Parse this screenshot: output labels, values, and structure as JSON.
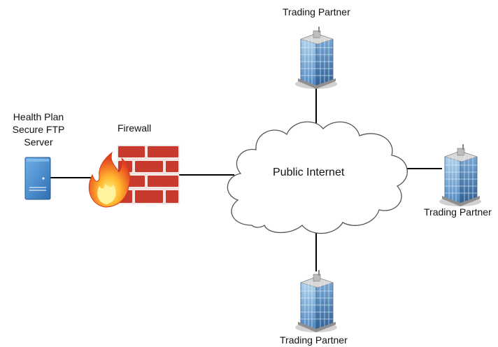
{
  "server": {
    "label_lines": [
      "Health Plan",
      "Secure FTP",
      "Server"
    ]
  },
  "firewall": {
    "label": "Firewall"
  },
  "internet": {
    "label": "Public Internet"
  },
  "partners": {
    "top": {
      "label": "Trading Partner"
    },
    "right": {
      "label": "Trading Partner"
    },
    "bottom": {
      "label": "Trading Partner"
    }
  },
  "icons": {
    "server": "server-icon",
    "firewall": "firewall-icon",
    "cloud": "cloud-icon",
    "building": "building-icon"
  },
  "colors": {
    "line": "#000000",
    "server_body": "#4a8fd0",
    "brick": "#c83a2e",
    "mortar": "#f2e6e3",
    "flame_outer": "#e8532a",
    "flame_inner": "#ffd23f",
    "cloud_fill": "#ffffff",
    "cloud_stroke": "#555555",
    "building_glass": "#8ab8e0"
  }
}
